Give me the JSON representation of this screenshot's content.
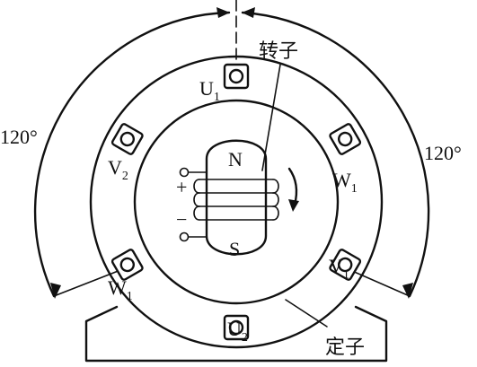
{
  "labels": {
    "angle_left": "120°",
    "angle_right": "120°",
    "rotor": "转子",
    "stator": "定子",
    "pole_north": "N",
    "pole_south": "S",
    "plus": "+",
    "minus": "−"
  },
  "coils": [
    {
      "letter": "U",
      "sub": "1"
    },
    {
      "letter": "U",
      "sub": "2"
    },
    {
      "letter": "V",
      "sub": "2"
    },
    {
      "letter": "W",
      "sub": "1"
    },
    {
      "letter": "W",
      "sub": "1"
    },
    {
      "letter": "V",
      "sub": "1"
    }
  ]
}
